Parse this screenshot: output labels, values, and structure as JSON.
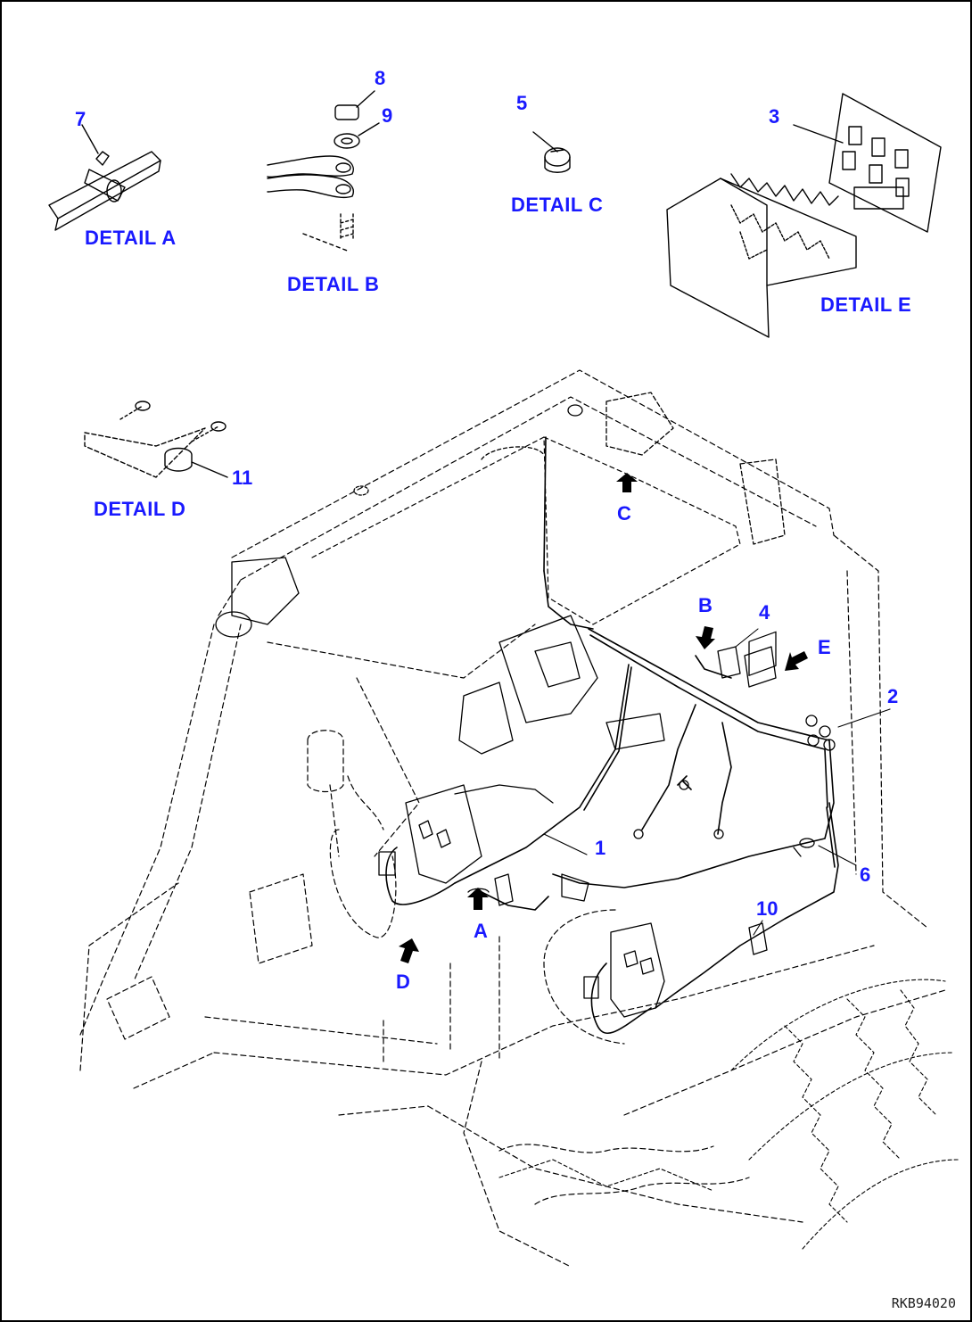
{
  "callouts": {
    "n1": "1",
    "n2": "2",
    "n3": "3",
    "n4": "4",
    "n5": "5",
    "n6": "6",
    "n7": "7",
    "n8": "8",
    "n9": "9",
    "n10": "10",
    "n11": "11"
  },
  "views": {
    "a": "A",
    "b": "B",
    "c": "C",
    "d": "D",
    "e": "E"
  },
  "details": {
    "a": "DETAIL A",
    "b": "DETAIL B",
    "c": "DETAIL C",
    "d": "DETAIL D",
    "e": "DETAIL E"
  },
  "drawing_code": "RKB94020",
  "colors": {
    "label": "#1a1aff",
    "line": "#000000"
  }
}
